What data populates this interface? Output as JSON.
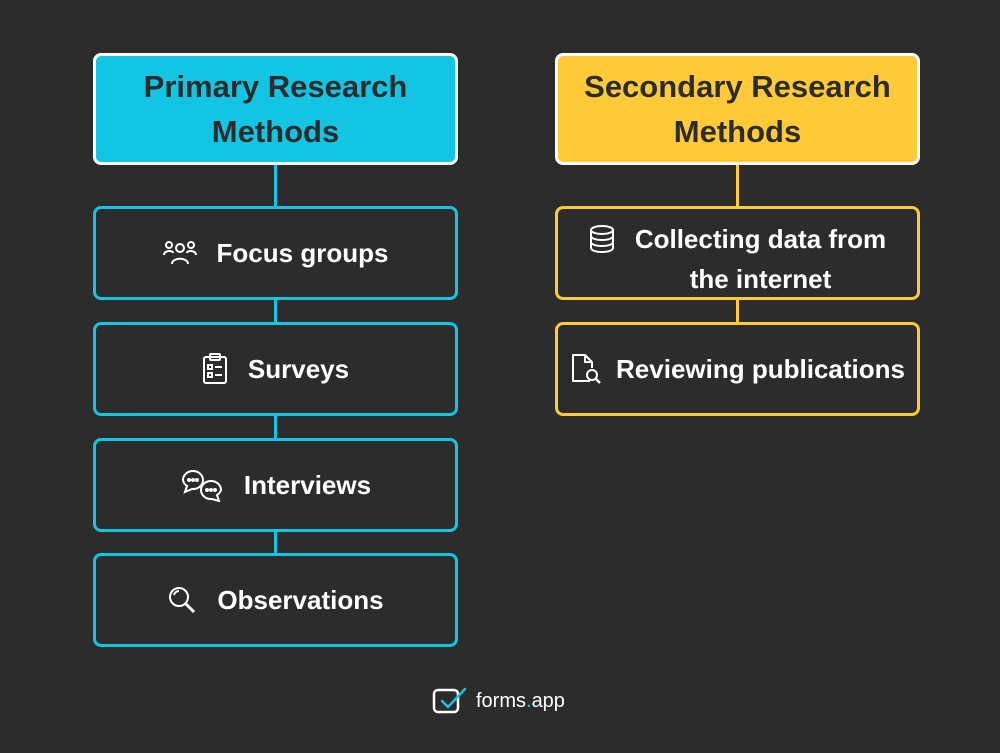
{
  "colors": {
    "background": "#2c2c2c",
    "primary_accent": "#13c4e3",
    "secondary_accent": "#ffca3a",
    "text_light": "#ffffff",
    "text_dark": "#2c2c2c"
  },
  "primary": {
    "title_line1": "Primary Research",
    "title_line2": "Methods",
    "items": [
      {
        "label": "Focus groups",
        "icon": "group-icon"
      },
      {
        "label": "Surveys",
        "icon": "clipboard-icon"
      },
      {
        "label": "Interviews",
        "icon": "chat-bubbles-icon"
      },
      {
        "label": "Observations",
        "icon": "magnifier-icon"
      }
    ]
  },
  "secondary": {
    "title_line1": "Secondary Research",
    "title_line2": "Methods",
    "items": [
      {
        "label_line1": "Collecting data from",
        "label_line2": "the internet",
        "icon": "database-icon"
      },
      {
        "label": "Reviewing publications",
        "icon": "document-search-icon"
      }
    ]
  },
  "footer": {
    "brand_prefix": "forms",
    "brand_dot": ".",
    "brand_suffix": "app",
    "icon": "forms-app-logo-icon"
  }
}
